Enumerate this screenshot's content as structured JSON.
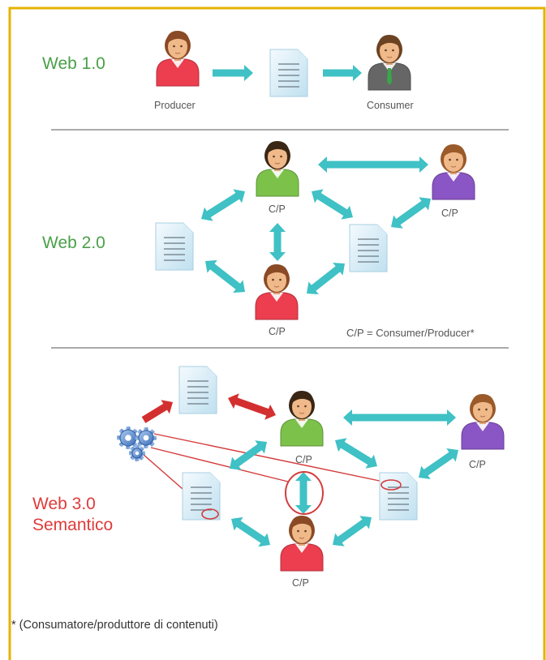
{
  "sections": {
    "web1": {
      "title": "Web 1.0",
      "producer_label": "Producer",
      "consumer_label": "Consumer"
    },
    "web2": {
      "title": "Web 2.0",
      "cp_label": "C/P",
      "legend": "C/P = Consumer/Producer*"
    },
    "web3": {
      "title_line1": "Web 3.0",
      "title_line2": "Semantico",
      "cp_label": "C/P"
    }
  },
  "footnote": "* (Consumatore/produttore di contenuti)",
  "colors": {
    "frame": "#e5b300",
    "arrow_teal": "#3fc1c5",
    "arrow_red": "#d42f2f",
    "web_title_green": "#4aa048",
    "web3_title_red": "#e03a3a",
    "link_red": "#d43c3c",
    "person_red": "#ec3e4e",
    "person_green": "#7cc24a",
    "person_purple": "#8a55c4",
    "person_gray": "#666666"
  },
  "icons": [
    "person-icon",
    "document-icon",
    "gears-icon",
    "double-arrow-icon"
  ]
}
